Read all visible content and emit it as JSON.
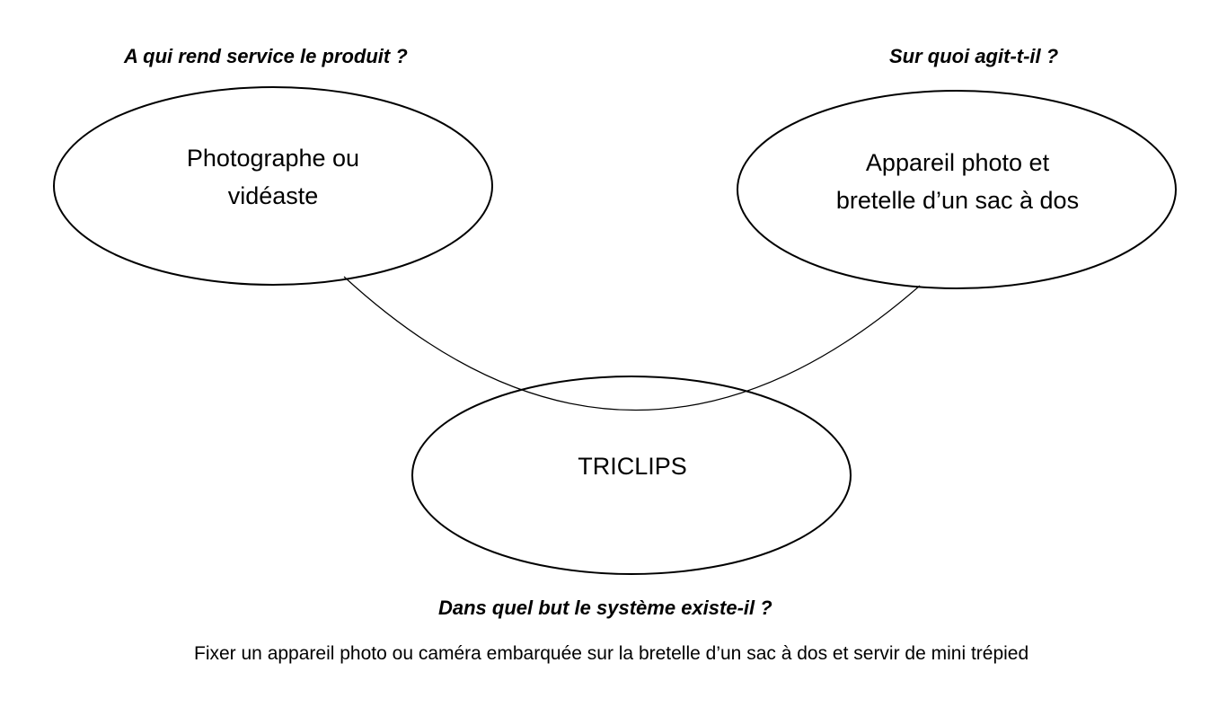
{
  "questions": {
    "who": "A qui rend service le produit ?",
    "what": "Sur quoi agit-t-il ?",
    "why": "Dans quel but le système existe-il ?"
  },
  "nodes": {
    "user": {
      "line1": "Photographe ou",
      "line2": "vidéaste"
    },
    "object": {
      "line1": "Appareil photo et",
      "line2": "bretelle d’un sac à dos"
    },
    "product": {
      "label": "TRICLIPS"
    }
  },
  "purpose": "Fixer un appareil photo ou caméra embarquée sur la bretelle d’un sac à dos et servir de mini trépied",
  "colors": {
    "stroke": "#000000",
    "background": "#ffffff"
  }
}
